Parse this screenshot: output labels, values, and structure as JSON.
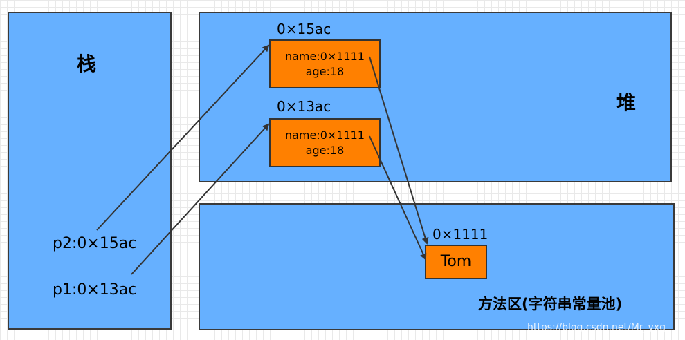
{
  "regions": {
    "stack": {
      "title": "栈"
    },
    "heap": {
      "title": "堆"
    },
    "method_area": {
      "title": "方法区(字符串常量池)"
    }
  },
  "heap_objects": [
    {
      "address": "0×15ac",
      "fields": [
        "name:0×1111",
        "age:18"
      ]
    },
    {
      "address": "0×13ac",
      "fields": [
        "name:0×1111",
        "age:18"
      ]
    }
  ],
  "string_pool": {
    "address": "0×1111",
    "value": "Tom"
  },
  "stack_vars": [
    {
      "label": "p2:0×15ac"
    },
    {
      "label": "p1:0×13ac"
    }
  ],
  "watermark": "https://blog.csdn.net/Mr_yxq",
  "colors": {
    "region_fill": "#66b0ff",
    "object_fill": "#ff8000",
    "border": "#333333",
    "arrow": "#333333"
  }
}
